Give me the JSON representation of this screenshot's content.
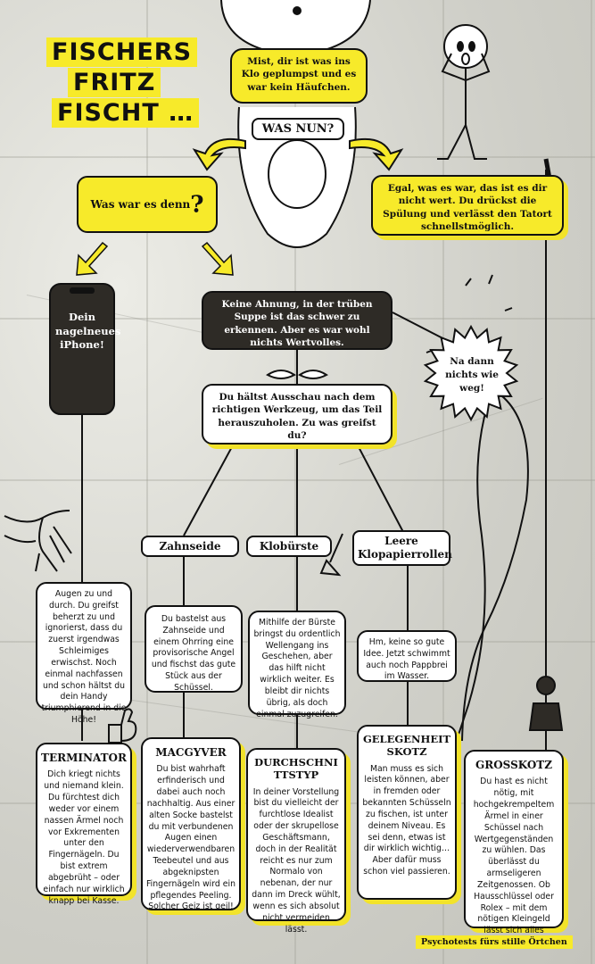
{
  "title_lines": [
    "FISCHERS",
    "FRITZ",
    "FISCHT …"
  ],
  "intro": "Mist, dir ist was ins Klo geplumpst und es war kein Häufchen.",
  "was_nun": "WAS NUN?",
  "egal": "Egal, was es war, das ist es dir nicht wert. Du drückst die Spülung und verlässt den Tatort schnellstmöglich.",
  "was_war": "Was war es denn",
  "was_war_mark": "?",
  "iphone": "Dein nagelneues iPhone!",
  "keine_ahnung": "Keine Ahnung, in der trüben Suppe ist das schwer zu erkennen. Aber es war wohl nichts Wertvolles.",
  "na_dann": "Na dann nichts wie weg!",
  "ausschau": "Du hältst Ausschau nach dem richtigen Werkzeug, um das Teil herauszuholen. Zu was greifst du?",
  "options": {
    "zahnseide": "Zahnseide",
    "kloburste": "Klobürste",
    "klopapier": "Leere Klopapierrollen"
  },
  "results": {
    "iphone_text": "Augen zu und durch. Du greifst beherzt zu und ignorierst, dass du zuerst irgendwas Schleimiges erwischst. Noch einmal nachfassen und schon hältst du dein Handy triumphierend in die Höhe!",
    "zahnseide_text": "Du bastelst aus Zahnseide und einem Ohrring eine provisorische Angel und fischst das gute Stück aus der Schüssel.",
    "kloburste_text": "Mithilfe der Bürste bringst du ordentlich Wellengang ins Geschehen, aber das hilft nicht wirklich weiter. Es bleibt dir nichts übrig, als doch einmal zuzugreifen.",
    "klopapier_text": "Hm, keine so gute Idee. Jetzt schwimmt auch noch Pappbrei im Wasser."
  },
  "types": [
    {
      "name": "TERMINATOR",
      "text": "Dich kriegt nichts und niemand klein. Du fürchtest dich weder vor einem nassen Ärmel noch vor Exkrementen unter den Fingernägeln. Du bist extrem abgebrüht – oder einfach nur wirklich knapp bei Kasse."
    },
    {
      "name": "MACGYVER",
      "text": "Du bist wahrhaft erfinderisch und dabei auch noch nachhaltig. Aus einer alten Socke bastelst du mit verbundenen Augen einen wiederverwendbaren Teebeutel und aus abgeknipsten Fingernägeln wird ein pflegendes Peeling. Solcher Geiz ist geil!"
    },
    {
      "name": "DURCHSCHNITTSTYP",
      "text": "In deiner Vorstellung bist du vielleicht der furchtlose Idealist oder der skrupellose Geschäftsmann, doch in der Realität reicht es nur zum Normalo von nebenan, der nur dann im Dreck wühlt, wenn es sich absolut nicht vermeiden lässt."
    },
    {
      "name": "GELEGENHEITSKOTZ",
      "text": "Man muss es sich leisten können, aber in fremden oder bekannten Schüsseln zu fischen, ist unter deinem Niveau. Es sei denn, etwas ist dir wirklich wichtig… Aber dafür muss schon viel passieren."
    },
    {
      "name": "GROSSKOTZ",
      "text": "Du hast es nicht nötig, mit hochgekrempeltem Ärmel in einer Schüssel nach Wertgegenständen zu wühlen. Das überlässt du armseligeren Zeitgenossen. Ob Hausschlüssel oder Rolex – mit dem nötigen Kleingeld lässt sich alles ersetzen."
    }
  ],
  "footer": "Psychotests fürs stille Örtchen",
  "colors": {
    "accent": "#f7ea2a",
    "ink": "#111111",
    "dark_box": "#2e2b26"
  }
}
